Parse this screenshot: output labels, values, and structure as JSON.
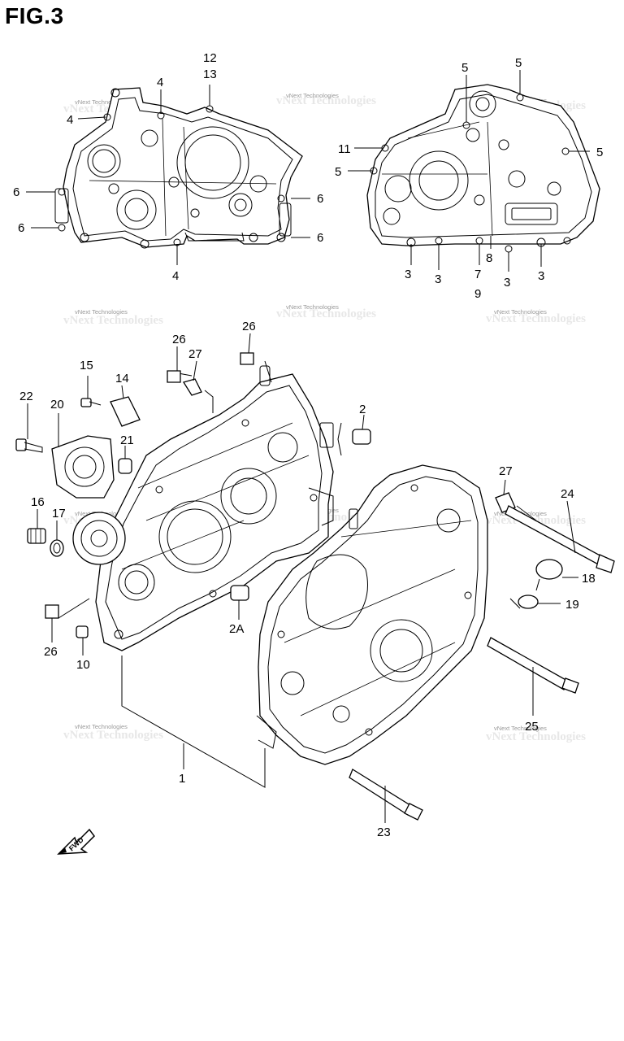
{
  "title": "FIG.3",
  "fwd_label": "FWD",
  "watermark_text": "vNext Technologies",
  "callouts": {
    "c1": "1",
    "c2": "2",
    "c2a": "2A",
    "c3a": "3",
    "c3b": "3",
    "c3c": "3",
    "c3d": "3",
    "c4a": "4",
    "c4b": "4",
    "c4c": "4",
    "c5a": "5",
    "c5b": "5",
    "c5c": "5",
    "c5d": "5",
    "c6a": "6",
    "c6b": "6",
    "c6c": "6",
    "c6d": "6",
    "c7": "7",
    "c8": "8",
    "c9": "9",
    "c10": "10",
    "c11": "11",
    "c12": "12",
    "c13": "13",
    "c14": "14",
    "c15": "15",
    "c16": "16",
    "c17": "17",
    "c18": "18",
    "c19": "19",
    "c20": "20",
    "c21": "21",
    "c22": "22",
    "c23": "23",
    "c24": "24",
    "c25": "25",
    "c26a": "26",
    "c26b": "26",
    "c26c": "26",
    "c27a": "27",
    "c27b": "27"
  }
}
